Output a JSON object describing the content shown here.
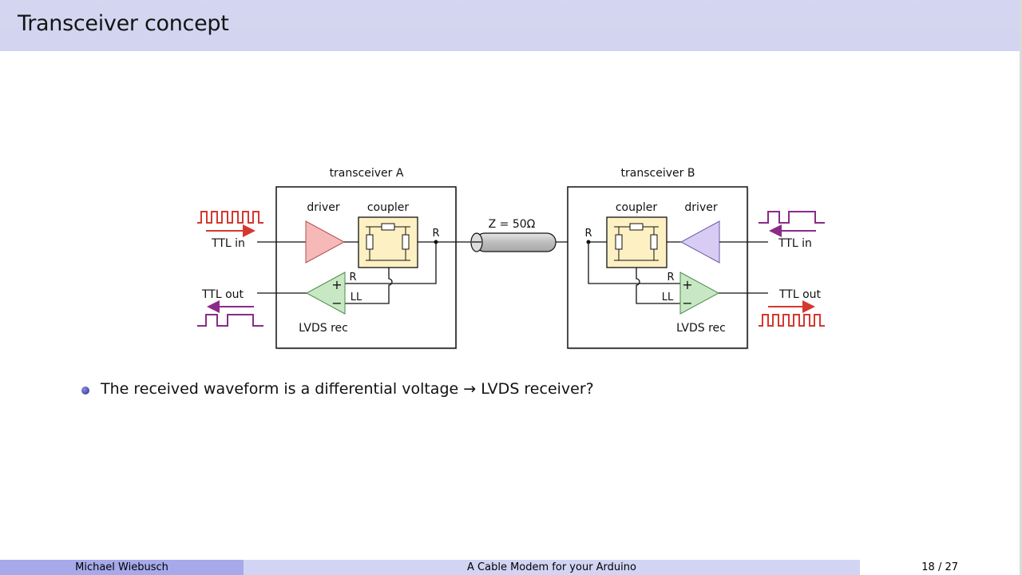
{
  "slide": {
    "title": "Transceiver concept"
  },
  "diagram": {
    "transceiver_a": {
      "label": "transceiver A",
      "driver": "driver",
      "coupler": "coupler",
      "resistor": "R",
      "receiver": "LVDS rec",
      "rx_in_r": "R",
      "rx_in_ll": "LL",
      "plus": "+",
      "minus": "−",
      "ttl_in": "TTL in",
      "ttl_out": "TTL out"
    },
    "transceiver_b": {
      "label": "transceiver B",
      "driver": "driver",
      "coupler": "coupler",
      "resistor": "R",
      "receiver": "LVDS rec",
      "rx_in_r": "R",
      "rx_in_ll": "LL",
      "plus": "+",
      "minus": "−",
      "ttl_in": "TTL in",
      "ttl_out": "TTL out"
    },
    "cable": {
      "label": "Z = 50Ω"
    },
    "colors": {
      "red_signal": "#d4382f",
      "purple_signal": "#8b2a8a",
      "driver_a_fill": "#f7b8b8",
      "driver_b_fill": "#d8ccf4",
      "receiver_fill": "#c8e8c4",
      "coupler_fill": "#fdf0c2",
      "cable_fill": "#c9c9c9"
    }
  },
  "bullets": [
    "The received waveform is a differential voltage → LVDS receiver?"
  ],
  "footer": {
    "author": "Michael Wiebusch",
    "talk_title": "A Cable Modem for your Arduino",
    "page": "18 / 27"
  }
}
